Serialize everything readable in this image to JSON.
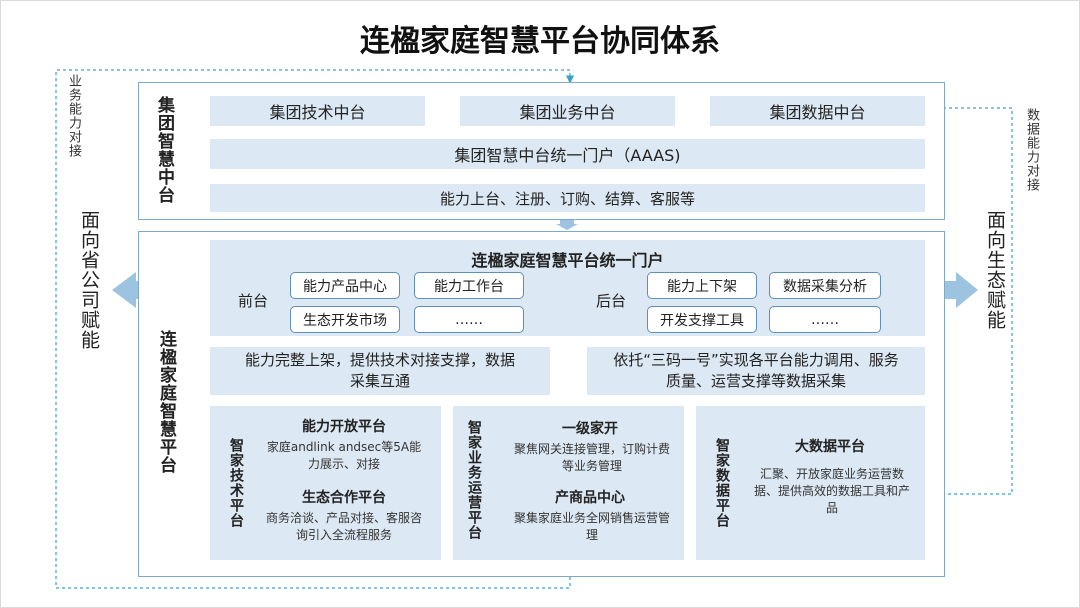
{
  "title": "连楹家庭智慧平台协同体系",
  "side_labels": {
    "top_left": "业务能力对接",
    "top_right": "数据能力对接",
    "left": "面向省公司赋能",
    "right": "面向生态赋能"
  },
  "group_platform": {
    "label": "集团智慧中台",
    "boxes": [
      "集团技术中台",
      "集团业务中台",
      "集团数据中台"
    ],
    "portal": "集团智慧中台统一门户（AAAS)",
    "services": "能力上台、注册、订购、结算、客服等"
  },
  "home_platform": {
    "label": "连楹家庭智慧平台",
    "portal_title": "连楹家庭智慧平台统一门户",
    "front_label": "前台",
    "front_items": [
      "能力产品中心",
      "能力工作台",
      "生态开发市场",
      "……"
    ],
    "back_label": "后台",
    "back_items": [
      "能力上下架",
      "数据采集分析",
      "开发支撑工具",
      "……"
    ],
    "left_desc": "能力完整上架，提供技术对接支撑，数据采集互通",
    "right_desc": "依托“三码一号”实现各平台能力调用、服务质量、运营支撑等数据采集",
    "platforms": [
      {
        "label": "智家技术平台",
        "items": [
          {
            "title": "能力开放平台",
            "desc": "家庭andlink andsec等5A能力展示、对接"
          },
          {
            "title": "生态合作平台",
            "desc": "商务洽谈、产品对接、客服咨询引入全流程服务"
          }
        ]
      },
      {
        "label": "智家业务运营平台",
        "items": [
          {
            "title": "一级家开",
            "desc": "聚焦网关连接管理，订购计费等业务管理"
          },
          {
            "title": "产商品中心",
            "desc": "聚集家庭业务全网销售运营管理"
          }
        ]
      },
      {
        "label": "智家数据平台",
        "items": [
          {
            "title": "大数据平台",
            "desc": "汇聚、开放家庭业务运营数据、提供高效的数据工具和产品"
          }
        ]
      }
    ]
  },
  "colors": {
    "box_fill": "#dce8f3",
    "panel_border": "#7fa9c6",
    "arrow": "#9cc3e0",
    "dotted": "#3aa0cc",
    "chip_border": "#5f8fb6"
  }
}
